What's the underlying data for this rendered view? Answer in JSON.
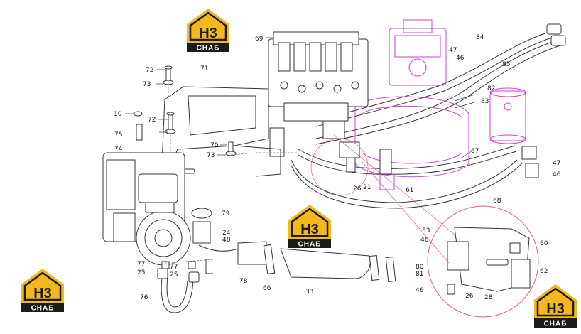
{
  "logo": {
    "main": "H3",
    "sub": "СНАБ",
    "color_yellow": "#f2b81c",
    "color_dark": "#1b1b1b"
  },
  "colors": {
    "line": "#333333",
    "pink": "#d63bd6",
    "leader_red": "#e0607a",
    "leader_blue": "#6a6ad0"
  },
  "labels": [
    {
      "id": "l69",
      "text": "69"
    },
    {
      "id": "l84",
      "text": "84"
    },
    {
      "id": "l47a",
      "text": "47"
    },
    {
      "id": "l46a",
      "text": "46"
    },
    {
      "id": "l85",
      "text": "85"
    },
    {
      "id": "l72a",
      "text": "72"
    },
    {
      "id": "l71",
      "text": "71"
    },
    {
      "id": "l73a",
      "text": "73"
    },
    {
      "id": "l82",
      "text": "82"
    },
    {
      "id": "l83",
      "text": "83"
    },
    {
      "id": "l10",
      "text": "10"
    },
    {
      "id": "l72b",
      "text": "72"
    },
    {
      "id": "l75",
      "text": "75"
    },
    {
      "id": "l70",
      "text": "70"
    },
    {
      "id": "l73b",
      "text": "73"
    },
    {
      "id": "l74",
      "text": "74"
    },
    {
      "id": "l67",
      "text": "67"
    },
    {
      "id": "l47b",
      "text": "47"
    },
    {
      "id": "l46b",
      "text": "46"
    },
    {
      "id": "l26a",
      "text": "26"
    },
    {
      "id": "l21",
      "text": "21"
    },
    {
      "id": "l61",
      "text": "61"
    },
    {
      "id": "l68",
      "text": "68"
    },
    {
      "id": "l79",
      "text": "79"
    },
    {
      "id": "l24",
      "text": "24"
    },
    {
      "id": "l48",
      "text": "48"
    },
    {
      "id": "l53",
      "text": "53"
    },
    {
      "id": "l46c",
      "text": "46"
    },
    {
      "id": "l60",
      "text": "60"
    },
    {
      "id": "l77a",
      "text": "77"
    },
    {
      "id": "l77b",
      "text": "77"
    },
    {
      "id": "l25a",
      "text": "25"
    },
    {
      "id": "l25b",
      "text": "25"
    },
    {
      "id": "l78",
      "text": "78"
    },
    {
      "id": "l66",
      "text": "66"
    },
    {
      "id": "l33",
      "text": "33"
    },
    {
      "id": "l80",
      "text": "80"
    },
    {
      "id": "l81",
      "text": "81"
    },
    {
      "id": "l62",
      "text": "62"
    },
    {
      "id": "l76",
      "text": "76"
    },
    {
      "id": "l46d",
      "text": "46"
    },
    {
      "id": "l26b",
      "text": "26"
    },
    {
      "id": "l28",
      "text": "28"
    }
  ]
}
